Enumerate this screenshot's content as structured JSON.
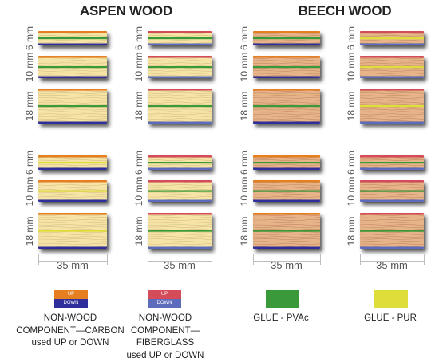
{
  "headers": {
    "aspen": "ASPEN WOOD",
    "beech": "BEECH WOOD"
  },
  "thickness_labels": {
    "t6": "6 mm",
    "t10": "10 mm",
    "t18": "18 mm"
  },
  "width_label": "35 mm",
  "colors": {
    "carbon_up": "#e67e22",
    "carbon_down": "#2f2f9c",
    "fiberglass_up": "#d44b5a",
    "fiberglass_down": "#5d6bbd",
    "glue_pvac": "#3a9a3a",
    "glue_pur": "#dede3a",
    "aspen_base": "#f6e4a6",
    "beech_base": "#e7b48a"
  },
  "legend": [
    {
      "key": "carbon",
      "up_label": "UP",
      "down_label": "DOWN",
      "text": "NON-WOOD\nCOMPONENT—CARBON\nused UP or DOWN"
    },
    {
      "key": "fiberglass",
      "up_label": "UP",
      "down_label": "DOWN",
      "text": "NON-WOOD\nCOMPONENT—FIBERGLASS\nused UP or DOWN"
    },
    {
      "key": "pvac",
      "text": "GLUE - PVAc"
    },
    {
      "key": "pur",
      "text": "GLUE - PUR"
    }
  ],
  "specimens": [
    {
      "wood": "aspen",
      "reinf": "carbon",
      "glue": "pvac",
      "thickness": "6 mm"
    },
    {
      "wood": "aspen",
      "reinf": "carbon",
      "glue": "pvac",
      "thickness": "10 mm"
    },
    {
      "wood": "aspen",
      "reinf": "carbon",
      "glue": "pvac",
      "thickness": "18 mm"
    },
    {
      "wood": "aspen",
      "reinf": "fiberglass",
      "glue": "pvac",
      "thickness": "6 mm"
    },
    {
      "wood": "aspen",
      "reinf": "fiberglass",
      "glue": "pvac",
      "thickness": "10 mm"
    },
    {
      "wood": "aspen",
      "reinf": "fiberglass",
      "glue": "pvac",
      "thickness": "18 mm"
    },
    {
      "wood": "beech",
      "reinf": "carbon",
      "glue": "pvac",
      "thickness": "6 mm"
    },
    {
      "wood": "beech",
      "reinf": "carbon",
      "glue": "pvac",
      "thickness": "10 mm"
    },
    {
      "wood": "beech",
      "reinf": "carbon",
      "glue": "pvac",
      "thickness": "18 mm"
    },
    {
      "wood": "beech",
      "reinf": "fiberglass",
      "glue": "pur",
      "thickness": "6 mm"
    },
    {
      "wood": "beech",
      "reinf": "fiberglass",
      "glue": "pur",
      "thickness": "10 mm"
    },
    {
      "wood": "beech",
      "reinf": "fiberglass",
      "glue": "pur",
      "thickness": "18 mm"
    },
    {
      "wood": "aspen",
      "reinf": "carbon",
      "glue": "pur",
      "thickness": "6 mm"
    },
    {
      "wood": "aspen",
      "reinf": "carbon",
      "glue": "pur",
      "thickness": "10 mm"
    },
    {
      "wood": "aspen",
      "reinf": "carbon",
      "glue": "pur",
      "thickness": "18 mm"
    },
    {
      "wood": "aspen",
      "reinf": "fiberglass",
      "glue": "pvac",
      "thickness": "6 mm"
    },
    {
      "wood": "aspen",
      "reinf": "fiberglass",
      "glue": "pvac",
      "thickness": "10 mm"
    },
    {
      "wood": "aspen",
      "reinf": "fiberglass",
      "glue": "pvac",
      "thickness": "18 mm"
    },
    {
      "wood": "beech",
      "reinf": "carbon",
      "glue": "pvac",
      "thickness": "6 mm"
    },
    {
      "wood": "beech",
      "reinf": "carbon",
      "glue": "pvac",
      "thickness": "10 mm"
    },
    {
      "wood": "beech",
      "reinf": "carbon",
      "glue": "pvac",
      "thickness": "18 mm"
    },
    {
      "wood": "beech",
      "reinf": "fiberglass",
      "glue": "pvac",
      "thickness": "6 mm"
    },
    {
      "wood": "beech",
      "reinf": "fiberglass",
      "glue": "pvac",
      "thickness": "10 mm"
    },
    {
      "wood": "beech",
      "reinf": "fiberglass",
      "glue": "pvac",
      "thickness": "18 mm"
    }
  ]
}
